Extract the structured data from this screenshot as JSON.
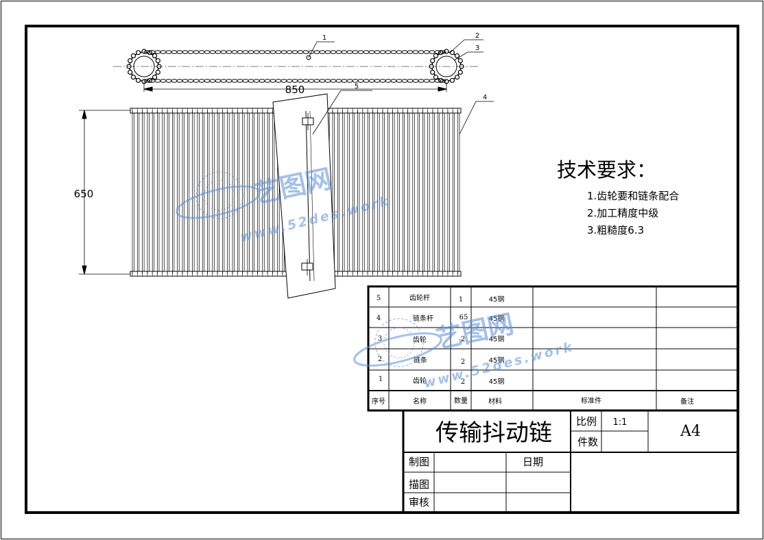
{
  "tech": {
    "heading": "技术要求：",
    "items": [
      "1.齿轮要和链条配合",
      "2.加工精度中级",
      "3.粗糙度6.3"
    ]
  },
  "dims": {
    "length": "850",
    "height": "650"
  },
  "callouts": [
    "1",
    "2",
    "3",
    "5",
    "4"
  ],
  "watermark": {
    "brand": "艺图网",
    "url": "www.52des.work"
  },
  "bom": {
    "rows": [
      {
        "no": "5",
        "name": "齿轮杆",
        "qty": "1",
        "material": "45钢"
      },
      {
        "no": "4",
        "name": "链条杆",
        "qty": "65",
        "material": "45钢"
      },
      {
        "no": "3",
        "name": "齿轮",
        "qty": "2",
        "material": "45钢"
      },
      {
        "no": "2",
        "name": "链条",
        "qty": "2",
        "material": "45钢"
      },
      {
        "no": "1",
        "name": "齿轮",
        "qty": "2",
        "material": "45钢"
      }
    ],
    "header": {
      "no": "序号",
      "name": "名称",
      "qty": "数量",
      "material": "材料",
      "std": "标准件",
      "remark": "备注"
    }
  },
  "titleblock": {
    "title": "传输抖动链",
    "scale_label": "比例",
    "scale_value": "1:1",
    "count_label": "件数",
    "paper": "A4",
    "drawn": "制图",
    "date": "日期",
    "traced": "描图",
    "checked": "审核"
  },
  "colors": {
    "line": "#000000",
    "watermark": "#5b8fd8"
  }
}
